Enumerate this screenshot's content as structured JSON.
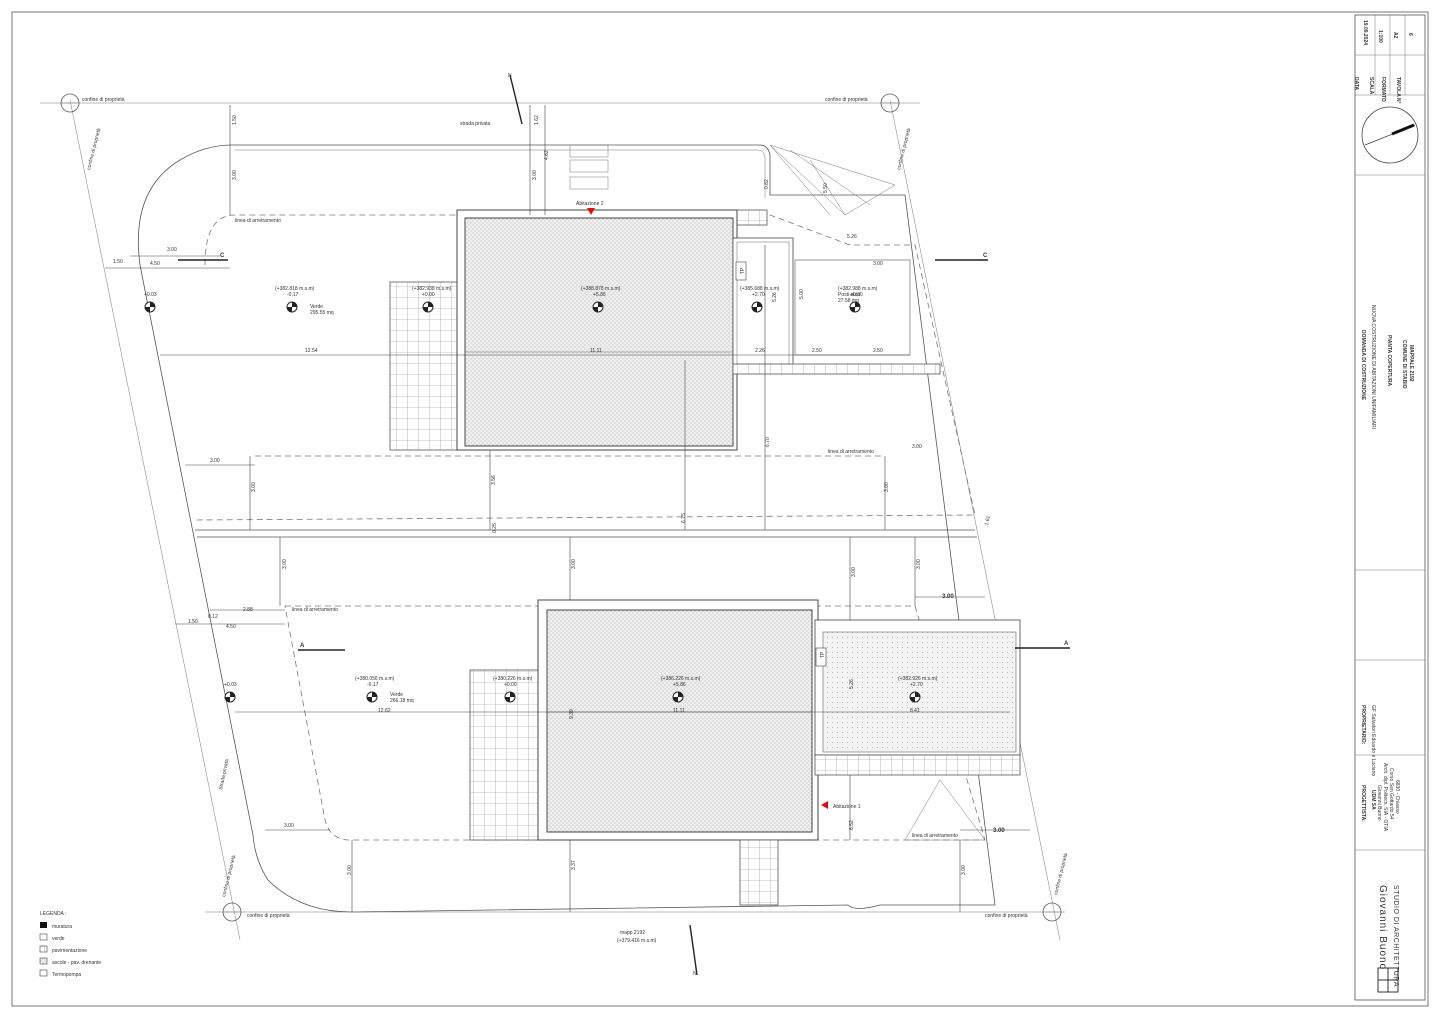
{
  "legend": {
    "title": "LEGENDA :",
    "items": [
      {
        "key": "muratura",
        "label": "muratura"
      },
      {
        "key": "verde",
        "label": "verde"
      },
      {
        "key": "pavimentazione",
        "label": "pavimentazione"
      },
      {
        "key": "ascole",
        "label": "ascole - pav. drenante"
      },
      {
        "key": "termopompa",
        "label": "Termopompa"
      }
    ]
  },
  "labels": {
    "confine": "confine di proprietà",
    "strada_privata": "strada privata",
    "linea_arretramento": "linea di arretramento",
    "abitazione_1": "Abitazione 1",
    "abitazione_2": "Abitazione 2",
    "mappale": "mapp 2192",
    "mappale_quota": "(+379.416 m.s.m)",
    "strada_pubblica": "Strada privata",
    "verde_1": "Verde",
    "verde_1_area": "295.55 mq",
    "verde_2": "Verde",
    "verde_2_area": "266.18 mq",
    "posti": "Posti auto",
    "posti_area": "27.58 mq",
    "tp": "TP",
    "sec_c": "C",
    "sec_a": "A",
    "north": "N"
  },
  "elevations": {
    "e1": "(+382.818 m.s.m)",
    "e1b": "-0.17",
    "e2": "(+382.938 m.s.m)",
    "e2b": "+0.00",
    "e3": "(+388.878 m.s.m)",
    "e3b": "+5.86",
    "e4": "(+385.688 m.s.m)",
    "e4b": "+2.70",
    "e5": "(+382.988 m.s.m)",
    "e5b": "+0.00",
    "e6": "(+380.056 m.s.m)",
    "e6b": "-0.17",
    "e7": "(+380.226 m.s.m)",
    "e7b": "+0.00",
    "e8": "(+386.226 m.s.m)",
    "e8b": "+5.86",
    "e9": "(+382.926 m.s.m)",
    "e9b": "+2.70",
    "q1": "+0.03",
    "q2": "+0.03"
  },
  "dims": {
    "d150a": "1.50",
    "d162": "1.62",
    "d462": "4.62",
    "d300a": "3.00",
    "d300b": "3.00",
    "d150b": "1.50",
    "d450a": "4.50",
    "d526": "5.26",
    "d300c": "3.00",
    "d1254": "12.54",
    "d1111a": "11.11",
    "d226": "2.26",
    "d250a": "2.50",
    "d250b": "2.50",
    "d500": "5.00",
    "d526b": "5.26",
    "d670": "6.70",
    "d300d": "3.00",
    "d300e": "3.00",
    "d356": "3.56",
    "d675": "6.75",
    "d300f": "3.00",
    "d300g": "3.00",
    "d025": "0.25",
    "d300h": "3.00",
    "d300i": "3.00",
    "d300j": "3.00",
    "d300k": "3.00",
    "d150c": "1.50",
    "d450b": "4.50",
    "d288": "2.88",
    "d012": "0.12",
    "d1282": "12.82",
    "d1111b": "11.11",
    "d841": "8.41",
    "d939": "9.39",
    "d526c": "5.26",
    "d300l": "3.00",
    "d300m": "3.00",
    "d337": "3.37",
    "d652": "6.52",
    "d300n": "3.00",
    "d300o": "3.00",
    "d082": "0.82",
    "d550": "5.50",
    "d161": "1.61"
  },
  "title_block": {
    "data_label": "DATA",
    "data_value": "19.09.2024",
    "scala_label": "SCALA",
    "scala_value": "1:100",
    "formato_label": "FORMATO",
    "formato_value": "A2",
    "tavola_label": "TAVOLA N°",
    "tavola_value": "6",
    "project_1": "DOMANDA DI COSTRUZIONE",
    "project_2": "NUOVA COSTRUZIONE DI ABITAZIONI UNIFAMILIARI",
    "drawing": "PIANTA COPERTURA",
    "comune": "COMUNE DI STABIO",
    "mappale": "MAPPALE 2192",
    "owner_label": "PROPRIETARIO:",
    "owner_value": "GF Salvatori Edoardo e Luciano",
    "designer_label": "PROGETTISTA:",
    "designer_1": "UDM SA",
    "designer_2": "Giovanni Buono",
    "designer_3": "Arch. dipl. Politecn. SIA - OTIA",
    "designer_4": "Corso San Gottardo 54",
    "designer_5": "6830 - Chiasso",
    "brand_1": "Giovanni Buono",
    "brand_2": "STUDIO DI ARCHITETTURA"
  }
}
